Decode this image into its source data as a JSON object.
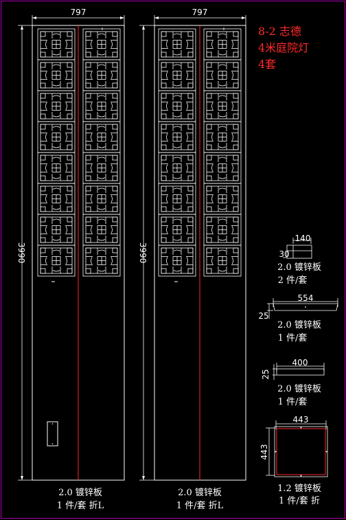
{
  "title": {
    "line1": "8-2 志德",
    "line2": "4米庭院灯",
    "line3": "4套"
  },
  "panel_left": {
    "width_label": "797",
    "height_label": "3990",
    "caption_line1": "2.0 镀锌板",
    "caption_line2": "1 件/套 折L"
  },
  "panel_right": {
    "width_label": "797",
    "height_label": "3990",
    "caption_line1": "2.0 镀锌板",
    "caption_line2": "1 件/套 折L"
  },
  "parts": [
    {
      "dim_a": "140",
      "dim_b": "30",
      "caption_line1": "2.0 镀锌板",
      "caption_line2": "2 件/套"
    },
    {
      "dim_a": "554",
      "dim_b": "25",
      "caption_line1": "2.0 镀锌板",
      "caption_line2": "1 件/套"
    },
    {
      "dim_a": "400",
      "dim_b": "25",
      "caption_line1": "2.0 镀锌板",
      "caption_line2": "1 件/套"
    },
    {
      "dim_a": "443",
      "dim_b": "443",
      "caption_line1": "1.2 镀锌板",
      "caption_line2": "1 件/套 折"
    }
  ],
  "colors": {
    "background": "#000000",
    "line": "#ffffff",
    "accent": "#ff2a2a",
    "frame": "#b000b0"
  }
}
